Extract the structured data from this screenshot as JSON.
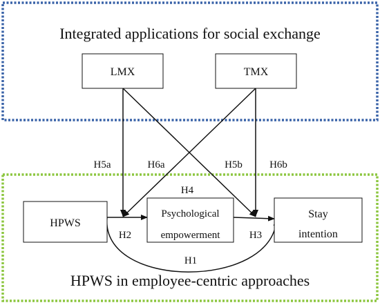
{
  "groups": {
    "top_label": "Integrated applications for social exchange",
    "bottom_label": "HPWS in employee-centric approaches"
  },
  "nodes": {
    "lmx": "LMX",
    "tmx": "TMX",
    "hpws": "HPWS",
    "pe_line1": "Psychological",
    "pe_line2": "empowerment",
    "stay_line1": "Stay",
    "stay_line2": "intention"
  },
  "hypotheses": {
    "h1": "H1",
    "h2": "H2",
    "h3": "H3",
    "h4": "H4",
    "h5a": "H5a",
    "h5b": "H5b",
    "h6a": "H6a",
    "h6b": "H6b"
  },
  "colors": {
    "top_border": "#3A63A8",
    "bottom_border": "#8CC63F",
    "line": "#111111"
  }
}
